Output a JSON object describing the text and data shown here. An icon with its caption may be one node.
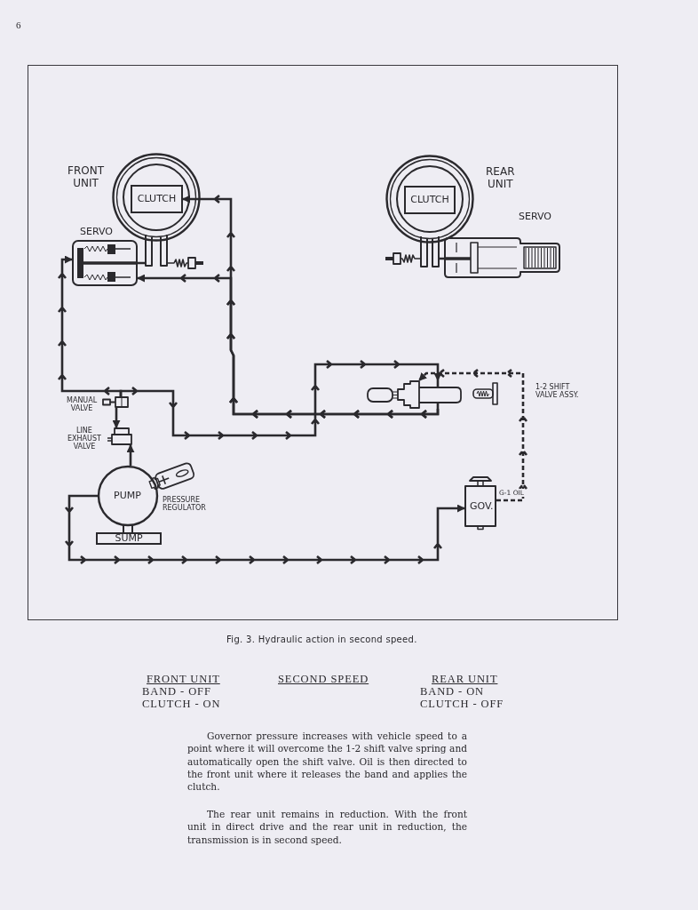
{
  "diagram": {
    "caption": "Fig. 3. Hydraulic action in second speed.",
    "nodes": [
      {
        "text": [
          "FRONT UNIT"
        ]
      },
      {
        "text": [
          "CLUTCH"
        ],
        "in": 0
      },
      {
        "text": [
          "SERVO"
        ]
      },
      {
        "text": [
          "REAR UNIT"
        ]
      },
      {
        "text": [
          "CLUTCH"
        ],
        "in": 3
      },
      {
        "text": [
          "SERVO"
        ]
      },
      {
        "text": [
          "MANUAL VALVE"
        ]
      },
      {
        "text": [
          "LINE EXHAUST VALVE"
        ]
      },
      {
        "text": [
          "PUMP"
        ]
      },
      {
        "text": [
          "PRESSURE REGULATOR"
        ]
      },
      {
        "text": [
          "SUMP"
        ]
      },
      {
        "text": [
          "1-2 SHIFT VALVE ASSY."
        ]
      },
      {
        "text": [
          "GOV."
        ]
      }
    ],
    "edges": [
      {
        "from": 8,
        "to": 7,
        "arrow": "to"
      },
      {
        "from": 6,
        "to": 7,
        "arrow": "to"
      },
      {
        "from": 6,
        "to": 2,
        "arrow": "to"
      },
      {
        "from": 6,
        "to": 11,
        "arrow": "to"
      },
      {
        "from": 11,
        "to": 1,
        "arrow": "to"
      },
      {
        "from": 11,
        "to": 2,
        "arrow": "to"
      },
      {
        "from": 8,
        "to": 12,
        "arrow": "to"
      },
      {
        "from": 12,
        "to": 11,
        "arrow": "to",
        "label": "G-1 OIL",
        "style": "dashed"
      },
      {
        "from": 2,
        "to": 0,
        "arrow": "none"
      },
      {
        "from": 5,
        "to": 3,
        "arrow": "none"
      },
      {
        "from": 10,
        "to": 8,
        "arrow": "none"
      }
    ],
    "labels": [
      "6",
      "FRONT UNIT",
      "SECOND SPEED",
      "REAR UNIT",
      "BAND - OFF",
      "BAND - ON",
      "CLUTCH - ON",
      "CLUTCH - OFF",
      "Governor pressure increases with vehicle speed to a point where it will overcome the 1-2 shift valve spring and automatically open the shift valve. Oil is then directed to the front unit where it releases the band and applies the clutch.",
      "The rear unit remains in reduction. With the front unit in direct drive and the rear unit in reduction, the transmission is in second speed."
    ]
  }
}
